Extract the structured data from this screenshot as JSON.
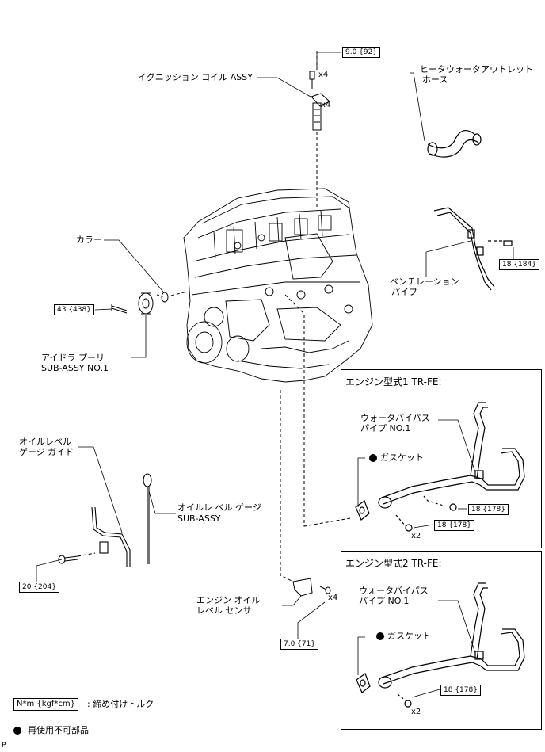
{
  "labels": {
    "ignition_coil": "イグニッション コイル ASSY",
    "heater_hose_1": "ヒータウォータアウトレット",
    "heater_hose_2": "ホース",
    "collar": "カラー",
    "vent_pipe_1": "ベンチレーション",
    "vent_pipe_2": "パイプ",
    "idler_1": "アイドラ プーリ",
    "idler_2": "SUB-ASSY NO.1",
    "gauge_guide_1": "オイルレベル",
    "gauge_guide_2": "ゲージ ガイド",
    "gauge_1": "オイルレ ベル ゲージ",
    "gauge_2": "SUB-ASSY",
    "sensor_1": "エンジン オイル",
    "sensor_2": "レベル センサ",
    "corner": "P"
  },
  "torques": {
    "coil_bolt": "9.0 {92}",
    "vent_bolt": "18 {184}",
    "idler_bolt": "43 {438}",
    "guide_bolt": "20 {204}",
    "sensor_bolt": "7.0 {71}",
    "p1_bolt_a": "18 {178}",
    "p1_bolt_b": "18 {178}",
    "p2_bolt": "18 {178}"
  },
  "quantities": {
    "coil_bolt": "x4",
    "coil": "x4",
    "sensor_bolt": "x4",
    "p1_bolt_b": "x2",
    "p2_bolt": "x2"
  },
  "panel1": {
    "title": "エンジン型式1 TR-FE:",
    "pipe_1": "ウォータバイパス",
    "pipe_2": "パイプ NO.1",
    "gasket": "ガスケット"
  },
  "panel2": {
    "title": "エンジン型式2 TR-FE:",
    "pipe_1": "ウォータバイパス",
    "pipe_2": "パイプ NO.1",
    "gasket": "ガスケット"
  },
  "legend": {
    "torque_unit": "N*m {kgf*cm}",
    "torque_text": ": 締め付けトルク",
    "nonreusable_text": "再使用不可部品"
  }
}
